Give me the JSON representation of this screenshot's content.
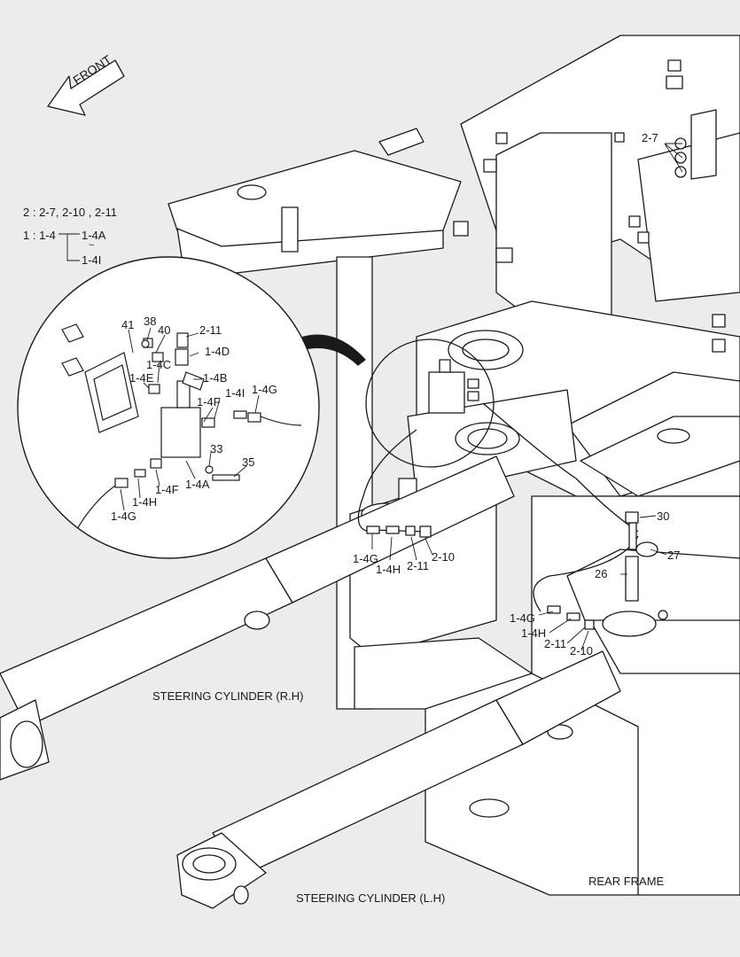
{
  "front_arrow": {
    "label": "FRONT"
  },
  "legend": {
    "line1": "2 : 2-7, 2-10 , 2-11",
    "line2_prefix": "1 : 1-4",
    "line2_top": "1-4A",
    "line2_tilde": "~",
    "line2_bottom": "1-4I"
  },
  "detail_labels": {
    "l41": "41",
    "l38": "38",
    "l40": "40",
    "l2_11": "2-11",
    "l1_4d": "1-4D",
    "l1_4c": "1-4C",
    "l1_4e": "1-4E",
    "l1_4b": "1-4B",
    "l1_4i": "1-4I",
    "l1_4g_top": "1-4G",
    "l1_4f_top": "1-4F",
    "l33": "33",
    "l35": "35",
    "l1_4a": "1-4A",
    "l1_4f_bot": "1-4F",
    "l1_4h": "1-4H",
    "l1_4g_bot": "1-4G"
  },
  "main_labels": {
    "l2_7": "2-7",
    "m1_4g": "1-4G",
    "m1_4h": "1-4H",
    "m2_11": "2-11",
    "m2_10": "2-10",
    "l30": "30",
    "l27": "27",
    "l26": "26",
    "n1_4g": "1-4G",
    "n1_4h": "1-4H",
    "n2_11": "2-11",
    "n2_10": "2-10"
  },
  "captions": {
    "steering_rh": "STEERING CYLINDER (R.H)",
    "steering_lh": "STEERING CYLINDER (L.H)",
    "rear_frame": "REAR FRAME"
  }
}
